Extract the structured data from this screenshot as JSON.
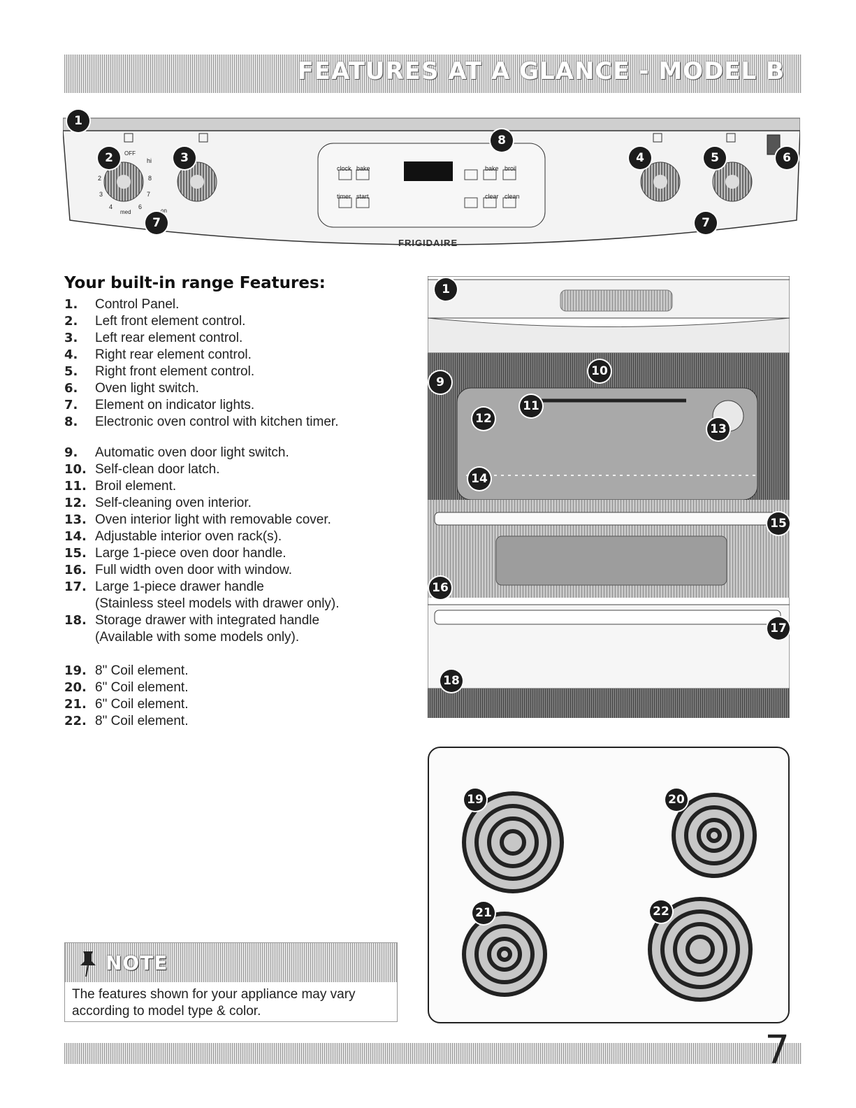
{
  "header": {
    "title": "FEATURES AT A GLANCE - MODEL B"
  },
  "panel": {
    "brand": "FRIGIDAIRE",
    "knob_labels": {
      "off": "OFF",
      "hi": "hi",
      "med": "med",
      "on": "on",
      "n2": "2",
      "n3": "3",
      "n4": "4",
      "n6": "6",
      "n7": "7",
      "n8": "8"
    },
    "control_buttons": [
      "clock",
      "bake",
      "timer",
      "start",
      "bake",
      "broil",
      "clear",
      "clean"
    ],
    "badges": [
      "1",
      "2",
      "3",
      "7",
      "8",
      "4",
      "5",
      "6",
      "7"
    ]
  },
  "features": {
    "title": "Your built-in range Features:",
    "items": [
      {
        "num": "1.",
        "text": "Control Panel."
      },
      {
        "num": "2.",
        "text": "Left front element control."
      },
      {
        "num": "3.",
        "text": "Left rear element control."
      },
      {
        "num": "4.",
        "text": "Right rear element control."
      },
      {
        "num": "5.",
        "text": "Right front element control."
      },
      {
        "num": "6.",
        "text": "Oven light switch."
      },
      {
        "num": "7.",
        "text": "Element on indicator lights."
      },
      {
        "num": "8.",
        "text": "Electronic oven control with kitchen timer."
      },
      {
        "num": "9.",
        "text": "Automatic oven door light switch."
      },
      {
        "num": "10.",
        "text": "Self-clean door latch."
      },
      {
        "num": "11.",
        "text": "Broil element."
      },
      {
        "num": "12.",
        "text": "Self-cleaning oven interior."
      },
      {
        "num": "13.",
        "text": "Oven interior light with removable cover."
      },
      {
        "num": "14.",
        "text": "Adjustable interior oven rack(s)."
      },
      {
        "num": "15.",
        "text": "Large 1-piece oven door handle."
      },
      {
        "num": "16.",
        "text": "Full width oven door with window."
      },
      {
        "num": "17.",
        "text": "Large 1-piece drawer handle",
        "text2": "(Stainless steel models with drawer only)."
      },
      {
        "num": "18.",
        "text": "Storage drawer with integrated handle",
        "text2": "(Available with some models only)."
      },
      {
        "num": "19.",
        "text": "8\" Coil element."
      },
      {
        "num": "20.",
        "text": "6\" Coil element."
      },
      {
        "num": "21.",
        "text": "6\" Coil element."
      },
      {
        "num": "22.",
        "text": "8\" Coil element."
      }
    ]
  },
  "oven_badges": [
    "1",
    "9",
    "10",
    "11",
    "12",
    "13",
    "14",
    "15",
    "16",
    "17",
    "18"
  ],
  "cooktop_badges": [
    "19",
    "20",
    "21",
    "22"
  ],
  "note": {
    "label": "NOTE",
    "text": "The features shown for your appliance may vary according to model type & color."
  },
  "page_number": "7"
}
